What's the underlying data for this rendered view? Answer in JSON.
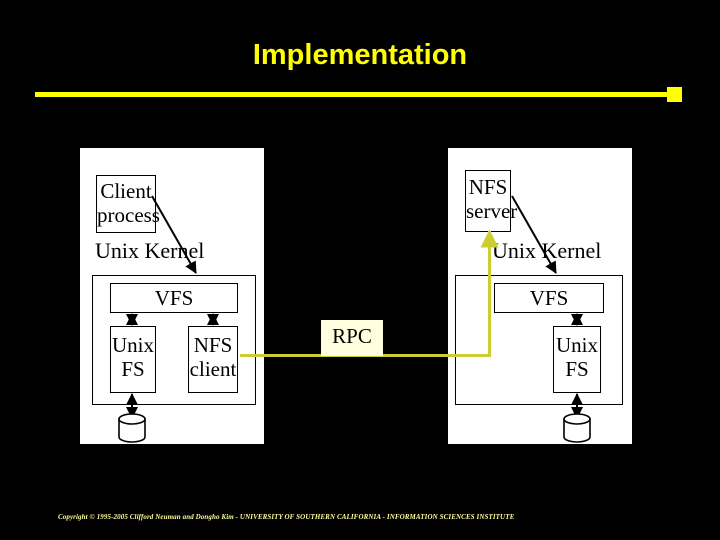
{
  "slide": {
    "title": "Implementation",
    "background_color": "#000000",
    "accent_color": "#ffff00",
    "copyright": "Copyright © 1995-2005 Clifford Neuman and Dongho Kim - UNIVERSITY OF SOUTHERN CALIFORNIA - INFORMATION SCIENCES INSTITUTE"
  },
  "diagram": {
    "client": {
      "process_line1": "Client",
      "process_line2": "process",
      "kernel_caption": "Unix Kernel",
      "vfs": "VFS",
      "unix_fs_line1": "Unix",
      "unix_fs_line2": "FS",
      "nfs_client_line1": "NFS",
      "nfs_client_line2": "client",
      "disk_icon": "disk-cylinder-icon"
    },
    "server": {
      "process_line1": "NFS",
      "process_line2": "server",
      "kernel_caption": "Unix Kernel",
      "vfs": "VFS",
      "unix_fs_line1": "Unix",
      "unix_fs_line2": "FS",
      "disk_icon": "disk-cylinder-icon"
    },
    "link": {
      "label": "RPC",
      "line_color": "#cccc33",
      "box_fill": "#ffffe0"
    }
  }
}
